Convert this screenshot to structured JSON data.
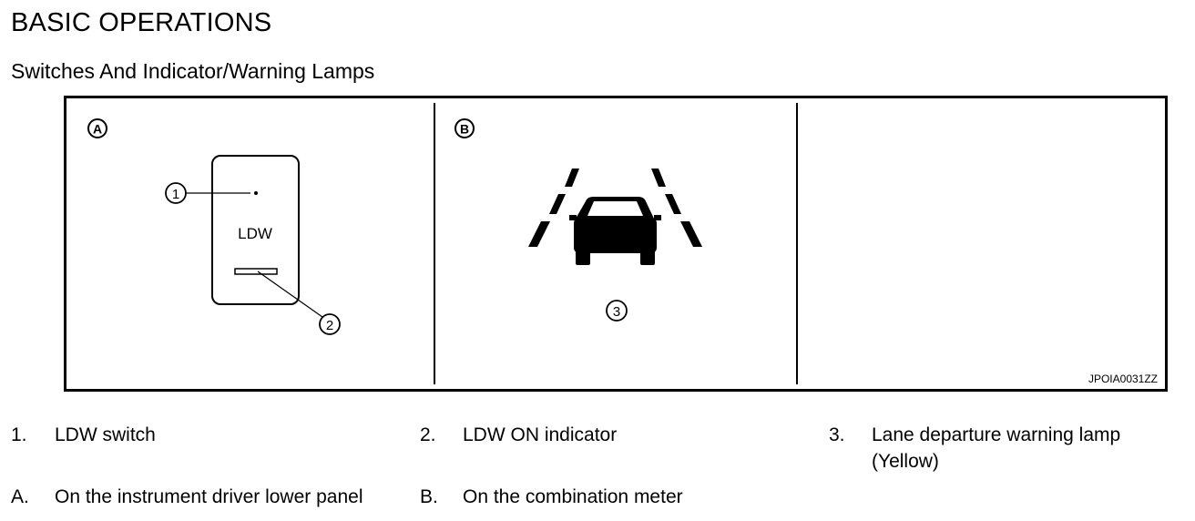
{
  "header": {
    "title": "BASIC OPERATIONS",
    "subtitle": "Switches And Indicator/Warning Lamps"
  },
  "figure": {
    "panel_a_letter": "A",
    "panel_b_letter": "B",
    "callout_1": "1",
    "callout_2": "2",
    "callout_3": "3",
    "switch_label": "LDW",
    "figure_id": "JPOIA0031ZZ"
  },
  "legend": {
    "item1": {
      "num": "1.",
      "text": "LDW switch"
    },
    "item2": {
      "num": "2.",
      "text": "LDW ON indicator"
    },
    "item3": {
      "num": "3.",
      "text_line1": "Lane departure warning lamp",
      "text_line2": "(Yellow)"
    },
    "itemA": {
      "num": "A.",
      "text": "On the instrument driver lower panel"
    },
    "itemB": {
      "num": "B.",
      "text": "On the combination meter"
    }
  }
}
